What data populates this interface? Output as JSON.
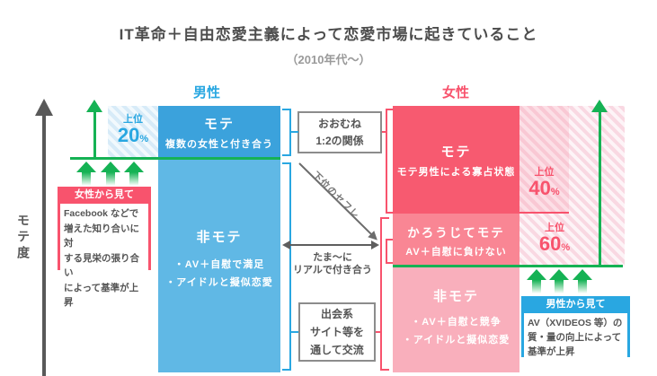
{
  "title": "IT革命＋自由恋愛主義によって恋愛市場に起きていること",
  "subtitle": "（2010年代～）",
  "axis": {
    "label": "モテ度"
  },
  "colors": {
    "male_accent": "#29a7e1",
    "female_accent": "#f8536d",
    "green": "#15b254",
    "male_box_dark": "#3ba2dc",
    "male_box_light": "#60b8e5",
    "female_box_dark": "#f75a70",
    "female_box_mid": "#f98694",
    "female_box_light": "#f9afbc"
  },
  "male": {
    "header": "男性",
    "top_label": {
      "rank": "上位",
      "value": "20",
      "unit": "%"
    },
    "mote": {
      "title": "モテ",
      "desc": "複数の女性と付き合う"
    },
    "himote": {
      "title": "非モテ",
      "items": [
        "・AV＋自慰で満足",
        "・アイドルと擬似恋愛"
      ]
    },
    "callout": {
      "header": "女性から見て",
      "lines": [
        "Facebook などで",
        "増えた知り合いに対",
        "する見栄の張り合い",
        "によって基準が上昇"
      ]
    }
  },
  "female": {
    "header": "女性",
    "mote": {
      "title": "モテ",
      "desc": "モテ男性による寡占状態"
    },
    "karoujite": {
      "title": "かろうじてモテ",
      "desc": "AV＋自慰に負けない"
    },
    "himote": {
      "title": "非モテ",
      "items": [
        "・AV＋自慰と競争",
        "・アイドルと擬似恋愛"
      ]
    },
    "top40": {
      "rank": "上位",
      "value": "40",
      "unit": "%"
    },
    "top60": {
      "rank": "上位",
      "value": "60",
      "unit": "%"
    },
    "callout": {
      "header": "男性から見て",
      "lines": [
        "AV（XVIDEOS 等）の",
        "質・量の向上によって",
        "基準が上昇"
      ]
    }
  },
  "middle": {
    "relation_line1": "おおむね",
    "relation_line2": "1:2の関係",
    "diagonal_label": "下位のセフレ",
    "occasional_line1": "たま～に",
    "occasional_line2": "リアルで付き合う",
    "deai_line1": "出会系",
    "deai_line2": "サイト等を",
    "deai_line3": "通して交流"
  }
}
